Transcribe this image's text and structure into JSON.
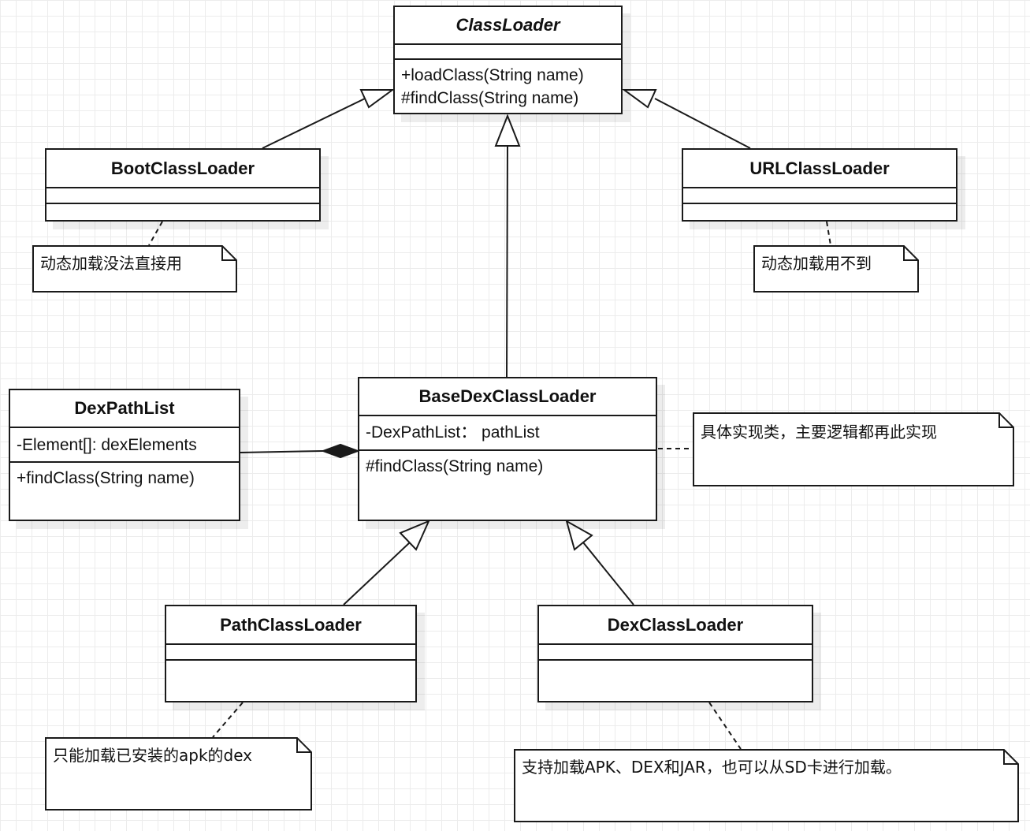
{
  "classes": {
    "classloader": {
      "name": "ClassLoader",
      "operations": [
        "+loadClass(String name)",
        "#findClass(String name)"
      ]
    },
    "bootclassloader": {
      "name": "BootClassLoader"
    },
    "urlclassloader": {
      "name": "URLClassLoader"
    },
    "basedexclassloader": {
      "name": "BaseDexClassLoader",
      "attributes": [
        "-DexPathList： pathList"
      ],
      "operations": [
        "#findClass(String name)"
      ]
    },
    "dexpathlist": {
      "name": "DexPathList",
      "attributes": [
        "-Element[]: dexElements"
      ],
      "operations": [
        "+findClass(String name)"
      ]
    },
    "pathclassloader": {
      "name": "PathClassLoader"
    },
    "dexclassloader": {
      "name": "DexClassLoader"
    }
  },
  "notes": {
    "boot": "动态加载没法直接用",
    "url": "动态加载用不到",
    "basedex": "具体实现类，主要逻辑都再此实现",
    "path": "只能加载已安装的apk的dex",
    "dex": "支持加载APK、DEX和JAR，也可以从SD卡进行加载。"
  },
  "relations": [
    {
      "type": "generalization",
      "from": "BootClassLoader",
      "to": "ClassLoader"
    },
    {
      "type": "generalization",
      "from": "URLClassLoader",
      "to": "ClassLoader"
    },
    {
      "type": "generalization",
      "from": "BaseDexClassLoader",
      "to": "ClassLoader"
    },
    {
      "type": "generalization",
      "from": "PathClassLoader",
      "to": "BaseDexClassLoader"
    },
    {
      "type": "generalization",
      "from": "DexClassLoader",
      "to": "BaseDexClassLoader"
    },
    {
      "type": "composition",
      "from": "DexPathList",
      "to": "BaseDexClassLoader"
    }
  ]
}
